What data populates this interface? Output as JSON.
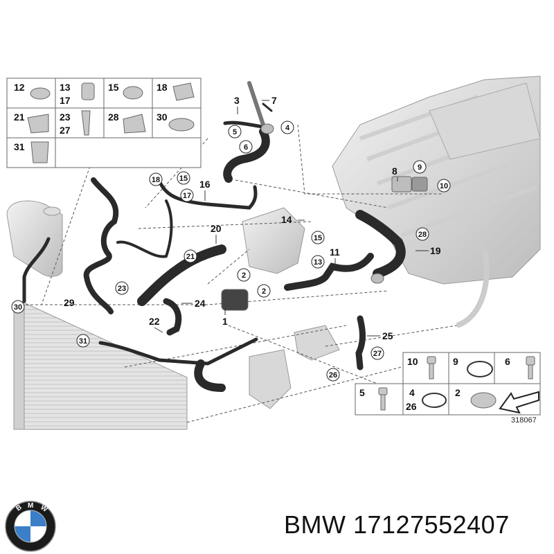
{
  "diagram": {
    "reference": "318067",
    "parts_grid_top": [
      {
        "labels": [
          "12"
        ]
      },
      {
        "labels": [
          "13",
          "17"
        ]
      },
      {
        "labels": [
          "15"
        ]
      },
      {
        "labels": [
          "18"
        ]
      },
      {
        "labels": [
          "21"
        ]
      },
      {
        "labels": [
          "23",
          "27"
        ]
      },
      {
        "labels": [
          "28"
        ]
      },
      {
        "labels": [
          "30"
        ]
      },
      {
        "labels": [
          "31"
        ]
      }
    ],
    "parts_grid_bottom": [
      {
        "labels": [
          "10"
        ]
      },
      {
        "labels": [
          "9"
        ]
      },
      {
        "labels": [
          "6"
        ]
      },
      {
        "labels": [
          "5"
        ]
      },
      {
        "labels": [
          "4",
          "26"
        ]
      },
      {
        "labels": [
          "2"
        ]
      }
    ],
    "callouts_plain": [
      "3",
      "7",
      "16",
      "20",
      "14",
      "11",
      "8",
      "19",
      "29",
      "24",
      "22",
      "1",
      "25"
    ],
    "callouts_circled": [
      "5",
      "4",
      "6",
      "9",
      "10",
      "18",
      "15",
      "17",
      "28",
      "21",
      "13",
      "15",
      "2",
      "2",
      "23",
      "30",
      "31",
      "27",
      "26"
    ]
  },
  "footer": {
    "brand": "BMW",
    "part_number": "BMW 17127552407"
  }
}
